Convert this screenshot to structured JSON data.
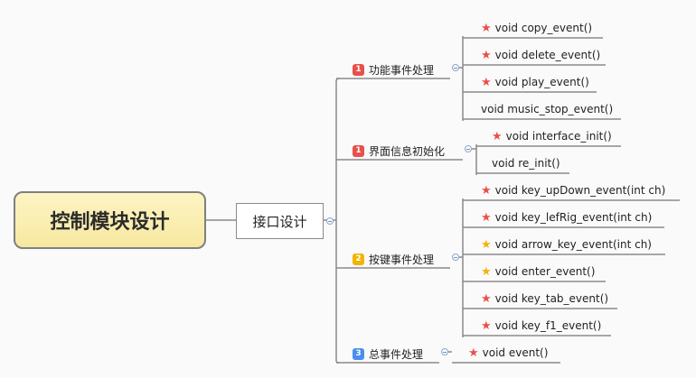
{
  "root": {
    "label": "控制模块设计"
  },
  "sub": {
    "label": "接口设计"
  },
  "colors": {
    "red": "#e8504a",
    "yellow": "#f2b400",
    "blue": "#4a8ef0",
    "line": "#8a8a8a"
  },
  "branches": [
    {
      "priority": "1",
      "priority_color": "#e8504a",
      "label": "功能事件处理",
      "leaves": [
        {
          "text": "void copy_event()",
          "star": "red"
        },
        {
          "text": "void delete_event()",
          "star": "red"
        },
        {
          "text": "void play_event()",
          "star": "red"
        },
        {
          "text": "void music_stop_event()",
          "star": ""
        }
      ]
    },
    {
      "priority": "1",
      "priority_color": "#e8504a",
      "label": "界面信息初始化",
      "leaves": [
        {
          "text": "void interface_init()",
          "star": "red"
        },
        {
          "text": "void re_init()",
          "star": ""
        }
      ]
    },
    {
      "priority": "2",
      "priority_color": "#f2b400",
      "label": "按键事件处理",
      "leaves": [
        {
          "text": "void key_upDown_event(int ch)",
          "star": "red"
        },
        {
          "text": "void key_lefRig_event(int ch)",
          "star": "red"
        },
        {
          "text": "void arrow_key_event(int ch)",
          "star": "yellow"
        },
        {
          "text": "void enter_event()",
          "star": "yellow"
        },
        {
          "text": "void key_tab_event()",
          "star": "red"
        },
        {
          "text": "void key_f1_event()",
          "star": "red"
        }
      ]
    },
    {
      "priority": "3",
      "priority_color": "#4a8ef0",
      "label": "总事件处理",
      "leaves": [
        {
          "text": "void event()",
          "star": "red"
        }
      ]
    }
  ]
}
